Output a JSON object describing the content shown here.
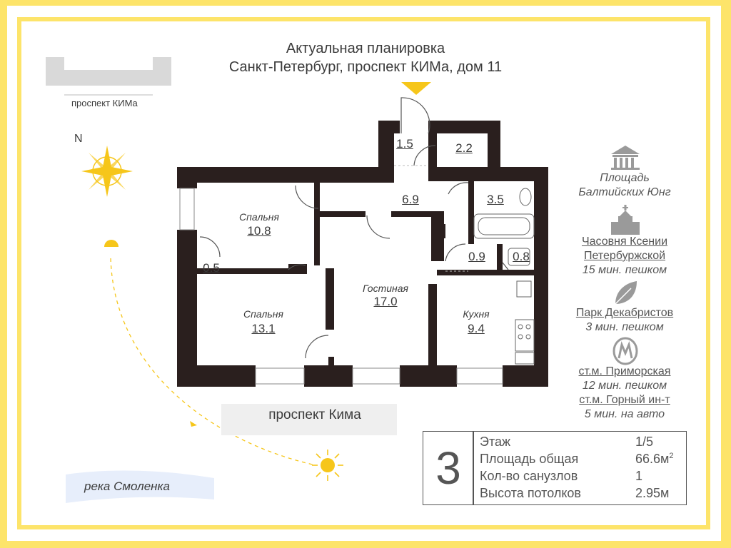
{
  "header": {
    "line1": "Актуальная планировка",
    "line2": "Санкт-Петербург, проспект КИМа, дом 11"
  },
  "streets": {
    "top": "проспект КИМа",
    "bottom": "проспект Кима"
  },
  "compass": {
    "north": "N",
    "icon": "compass-rose-icon"
  },
  "river": "река Смоленка",
  "rooms": {
    "hall_small": "1.5",
    "storage": "2.2",
    "corridor": "6.9",
    "bathroom": "3.5",
    "closet": "0.5",
    "wc_a": "0.9",
    "wc_b": "0.8",
    "bedroom1_name": "Спальня",
    "bedroom1_area": "10.8",
    "bedroom2_name": "Спальня",
    "bedroom2_area": "13.1",
    "living_name": "Гостиная",
    "living_area": "17.0",
    "kitchen_name": "Кухня",
    "kitchen_area": "9.4"
  },
  "poi": [
    {
      "icon": "landmark-icon",
      "line1": "Площадь",
      "line2": "Балтийских Юнг"
    },
    {
      "icon": "chapel-icon",
      "line1": "Часовня Ксении",
      "line2": "Петербуржской",
      "line3": "15 мин. пешком"
    },
    {
      "icon": "leaf-icon",
      "line1": "Парк Декабристов",
      "line2": "3 мин. пешком"
    },
    {
      "icon": "metro-icon",
      "line1": "ст.м. Приморская",
      "line2": "12 мин. пешком",
      "line3": "ст.м. Горный ин-т",
      "line4": "5 мин. на авто"
    }
  ],
  "info": {
    "rooms_count": "3",
    "floor_label": "Этаж",
    "floor_value": "1/5",
    "area_label": "Площадь общая",
    "area_value": "66.6м",
    "area_sup": "2",
    "bathrooms_label": "Кол-во санузлов",
    "bathrooms_value": "1",
    "ceiling_label": "Высота потолков",
    "ceiling_value": "2.95м"
  },
  "colors": {
    "accent": "#fde46a",
    "wall": "#2a1f1e",
    "sun": "#f6c61a",
    "text": "#3b3b3b"
  }
}
